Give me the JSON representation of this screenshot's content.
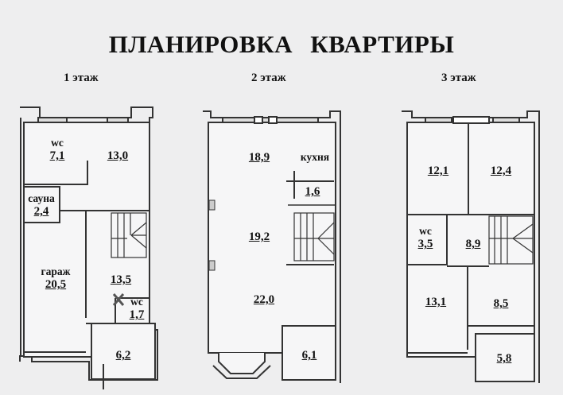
{
  "title": "ПЛАНИРОВКА   КВАРТИРЫ",
  "floors": [
    {
      "label": "1 этаж",
      "rooms": [
        {
          "name": "wc",
          "area": "7,1"
        },
        {
          "name": "",
          "area": "13,0"
        },
        {
          "name": "сауна",
          "area": "2,4"
        },
        {
          "name": "гараж",
          "area": "20,5"
        },
        {
          "name": "",
          "area": "13,5"
        },
        {
          "name": "wc",
          "area": "1,7"
        },
        {
          "name": "",
          "area": "6,2"
        }
      ]
    },
    {
      "label": "2 этаж",
      "rooms": [
        {
          "name": "",
          "area": "18,9"
        },
        {
          "name": "кухня",
          "area": ""
        },
        {
          "name": "",
          "area": "1,6"
        },
        {
          "name": "",
          "area": "19,2"
        },
        {
          "name": "",
          "area": "22,0"
        },
        {
          "name": "",
          "area": "6,1"
        }
      ]
    },
    {
      "label": "3 этаж",
      "rooms": [
        {
          "name": "",
          "area": "12,1"
        },
        {
          "name": "",
          "area": "12,4"
        },
        {
          "name": "wc",
          "area": "3,5"
        },
        {
          "name": "",
          "area": "8,9"
        },
        {
          "name": "",
          "area": "13,1"
        },
        {
          "name": "",
          "area": "8,5"
        },
        {
          "name": "",
          "area": "5,8"
        }
      ]
    }
  ],
  "colors": {
    "background": "#eeeeef",
    "wall": "#333333",
    "wall_fill": "#ffffff",
    "room": "#f6f6f7"
  }
}
